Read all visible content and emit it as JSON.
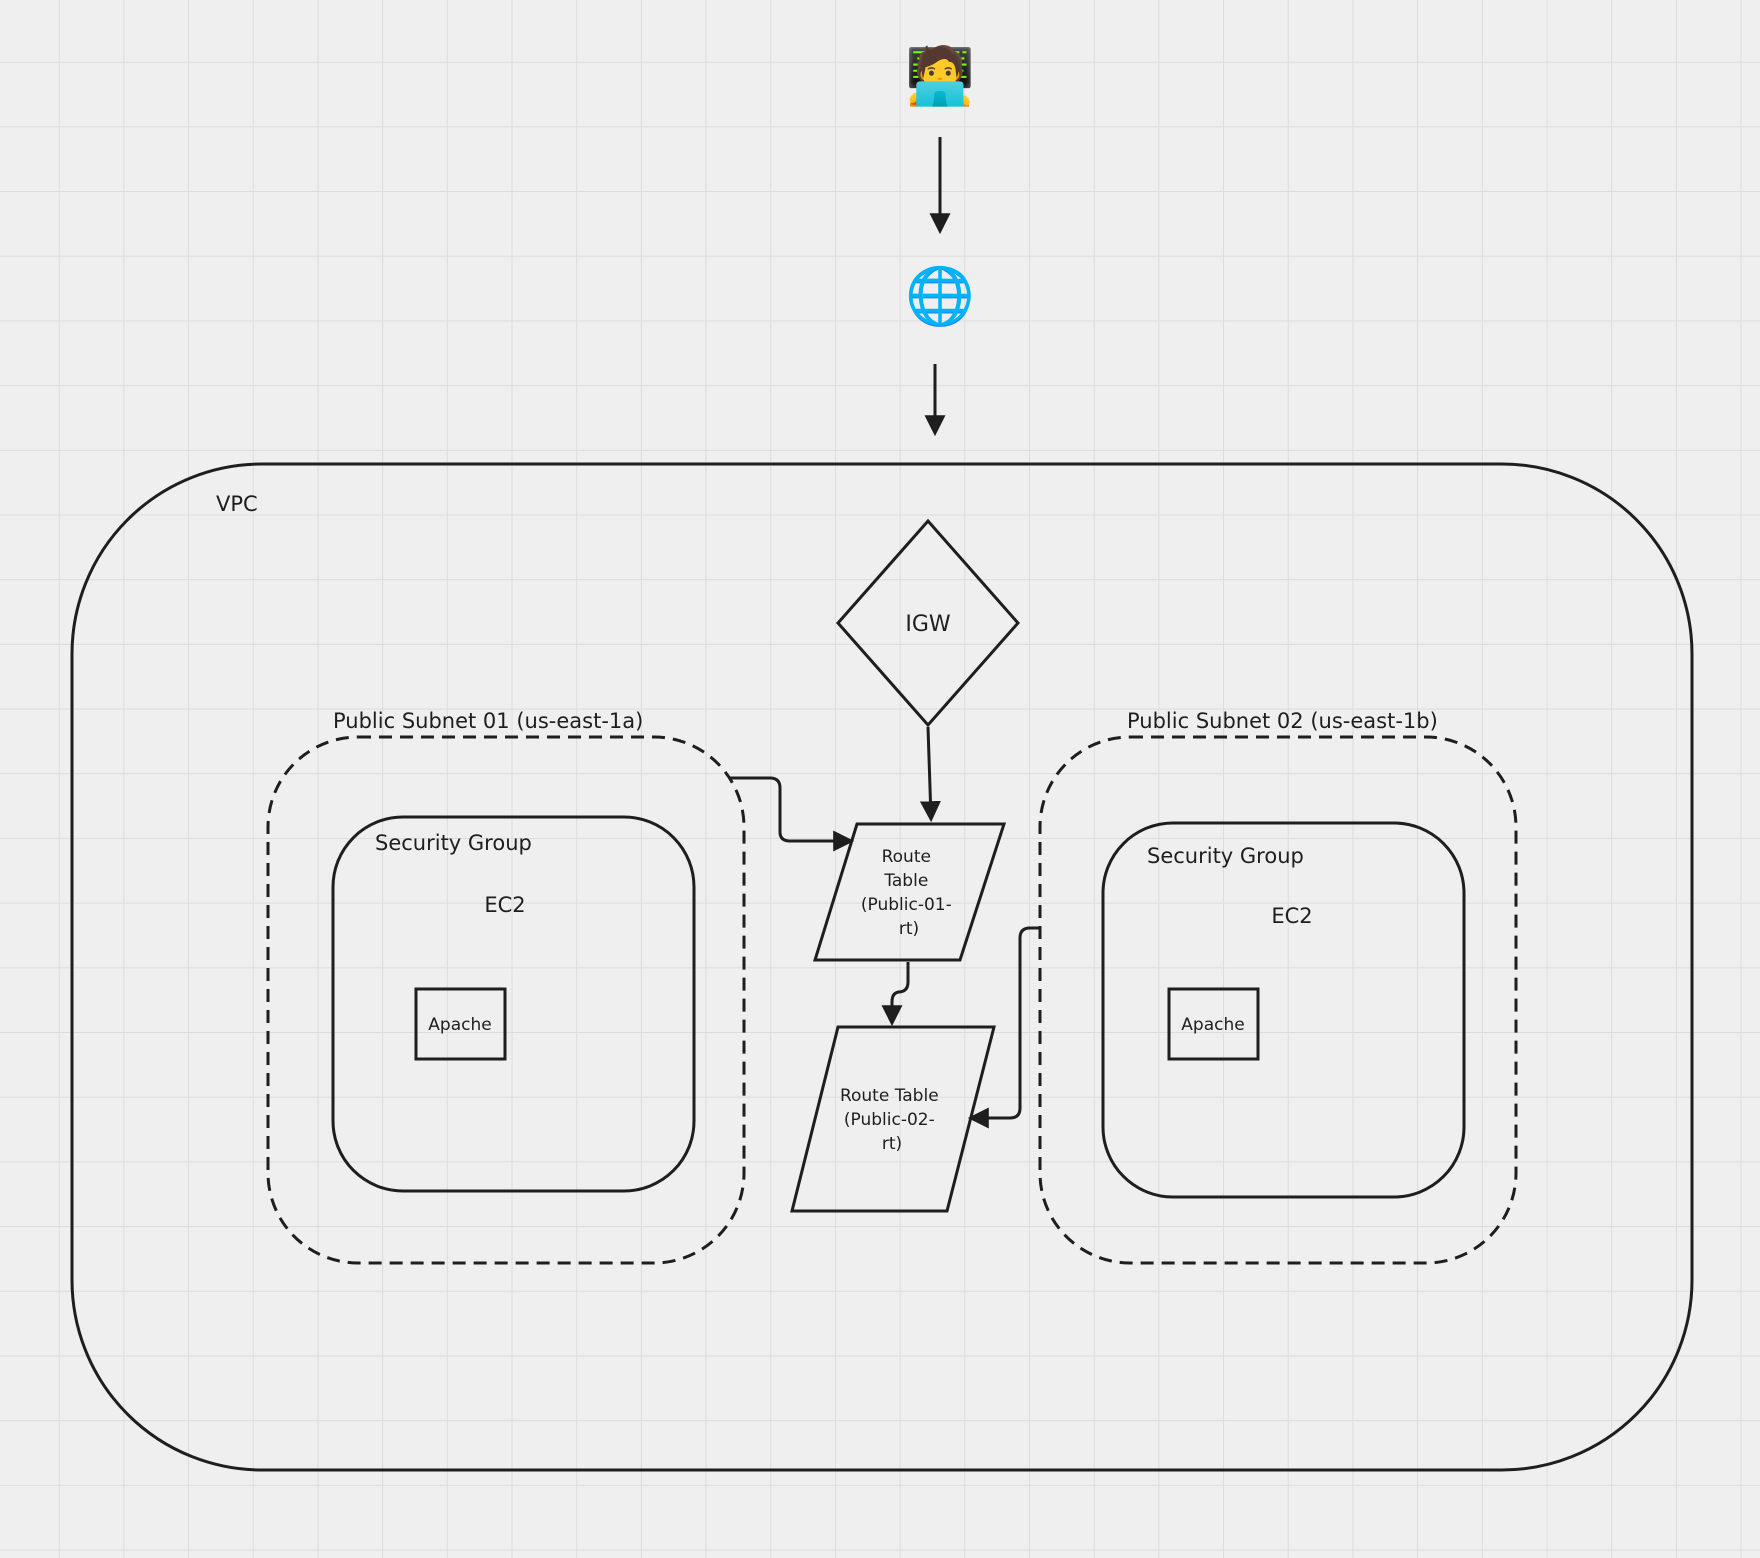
{
  "icons": {
    "user": "🧑‍💻",
    "internet": "🌐",
    "user_name": "developer-laptop-icon",
    "internet_name": "globe-icon"
  },
  "vpc": {
    "label": "VPC"
  },
  "igw": {
    "label": "IGW"
  },
  "subnet_01": {
    "label": "Public Subnet 01 (us-east-1a)",
    "security_group": "Security Group",
    "instance": "EC2",
    "app": "Apache"
  },
  "subnet_02": {
    "label": "Public Subnet 02 (us-east-1b)",
    "security_group": "Security Group",
    "instance": "EC2",
    "app": "Apache"
  },
  "route_table_01": {
    "lines": [
      "Route",
      "Table",
      "(Public-01-",
      "rt)"
    ]
  },
  "route_table_02": {
    "lines": [
      "Route Table",
      "(Public-02-",
      "rt)"
    ]
  },
  "colors": {
    "stroke": "#1e1e1e",
    "background": "#efefef",
    "grid": "#dcdcdc"
  }
}
